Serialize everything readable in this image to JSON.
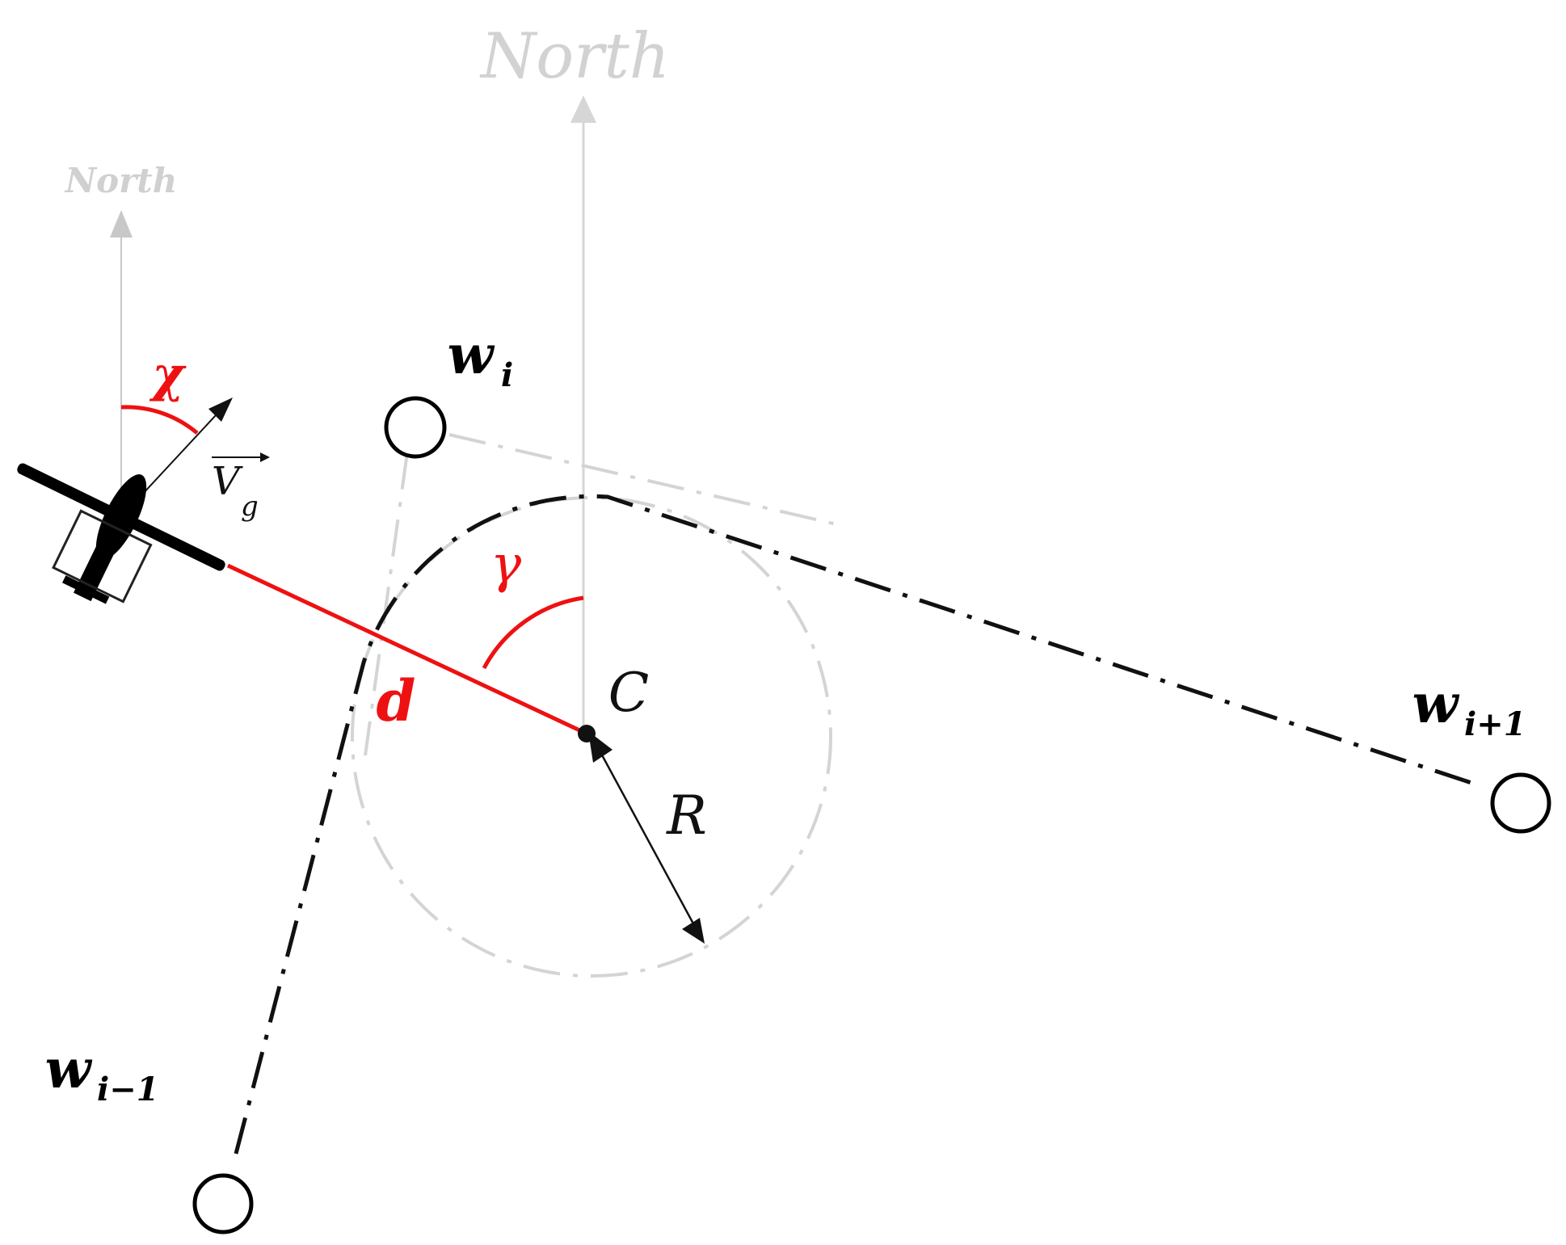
{
  "labels": {
    "north_big": "North",
    "north_small": "North",
    "chi": "χ",
    "velocity": "V",
    "velocity_sub": "g",
    "gamma": "γ",
    "distance": "d",
    "center": "C",
    "radius": "R",
    "wi": "w",
    "wi_sub": "i",
    "wi_minus": "w",
    "wi_minus_sub": "i−1",
    "wi_plus": "w",
    "wi_plus_sub": "i+1"
  },
  "colors": {
    "path": "#111111",
    "red": "#ee1111",
    "north": "#c8c8c8",
    "guide": "#d4d4d4"
  }
}
